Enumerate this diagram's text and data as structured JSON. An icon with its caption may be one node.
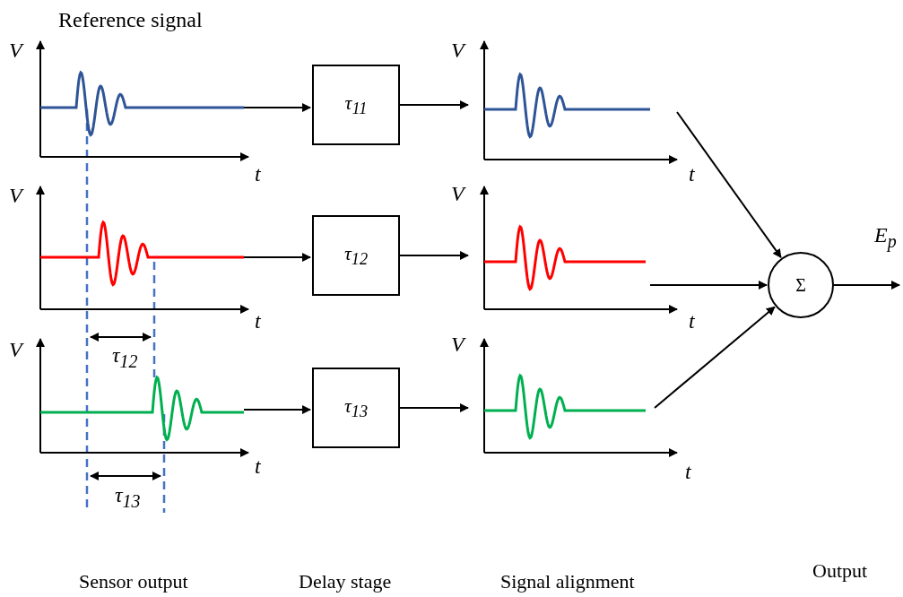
{
  "diagram": {
    "nodes": [
      {
        "text": [],
        "shape": "picture",
        "beside": [
          "Reference signal"
        ]
      },
      {
        "text": [],
        "shape": "picture"
      },
      {
        "text": [],
        "shape": "picture"
      },
      {
        "text": [
          "τ$_{11}$"
        ]
      },
      {
        "text": [
          "τ$_{12}$"
        ]
      },
      {
        "text": [
          "τ$_{13}$"
        ]
      },
      {
        "text": [],
        "shape": "picture"
      },
      {
        "text": [],
        "shape": "picture"
      },
      {
        "text": [],
        "shape": "picture"
      },
      {
        "text": [
          "Σ"
        ]
      }
    ],
    "edges": [
      {
        "from": 0,
        "to": 3,
        "arrow": "to"
      },
      {
        "from": 1,
        "to": 4,
        "arrow": "to"
      },
      {
        "from": 2,
        "to": 5,
        "arrow": "to"
      },
      {
        "from": 3,
        "to": 6,
        "arrow": "to"
      },
      {
        "from": 4,
        "to": 7,
        "arrow": "to"
      },
      {
        "from": 5,
        "to": 8,
        "arrow": "to"
      },
      {
        "from": 6,
        "to": 9,
        "arrow": "to"
      },
      {
        "from": 7,
        "to": 9,
        "arrow": "to"
      },
      {
        "from": 8,
        "to": 9,
        "arrow": "to"
      },
      {
        "from": 9,
        "to": null,
        "arrow": "to",
        "label": "E$_{p}$"
      }
    ],
    "labels": [
      "V",
      "t",
      "V",
      "t",
      "τ$_{12}$",
      "V",
      "t",
      "τ$_{13}$",
      "V",
      "t",
      "V",
      "t",
      "V",
      "t",
      "Sensor output",
      "Delay stage",
      "Signal alignment",
      "Output"
    ]
  }
}
